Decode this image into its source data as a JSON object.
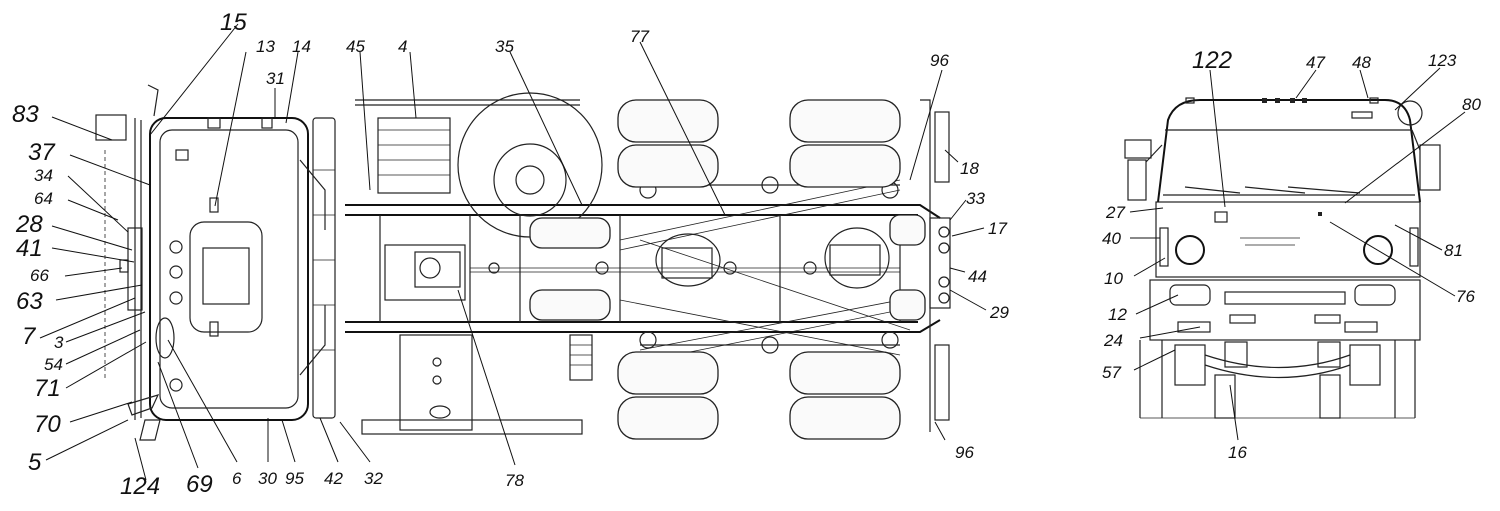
{
  "callouts": {
    "c15": "15",
    "c13": "13",
    "c14": "14",
    "c31": "31",
    "c45": "45",
    "c4": "4",
    "c35": "35",
    "c77": "77",
    "c96a": "96",
    "c83": "83",
    "c37": "37",
    "c34": "34",
    "c64": "64",
    "c28": "28",
    "c41": "41",
    "c66": "66",
    "c63": "63",
    "c7": "7",
    "c3": "3",
    "c54": "54",
    "c71": "71",
    "c70": "70",
    "c5": "5",
    "c124": "124",
    "c69": "69",
    "c6": "6",
    "c30": "30",
    "c95": "95",
    "c42": "42",
    "c32": "32",
    "c78": "78",
    "c96b": "96",
    "c18": "18",
    "c33": "33",
    "c17": "17",
    "c44": "44",
    "c29": "29",
    "c122": "122",
    "c47": "47",
    "c48": "48",
    "c123": "123",
    "c80": "80",
    "c27": "27",
    "c40": "40",
    "c10": "10",
    "c12": "12",
    "c24": "24",
    "c57": "57",
    "c16": "16",
    "c81": "81",
    "c76": "76"
  }
}
